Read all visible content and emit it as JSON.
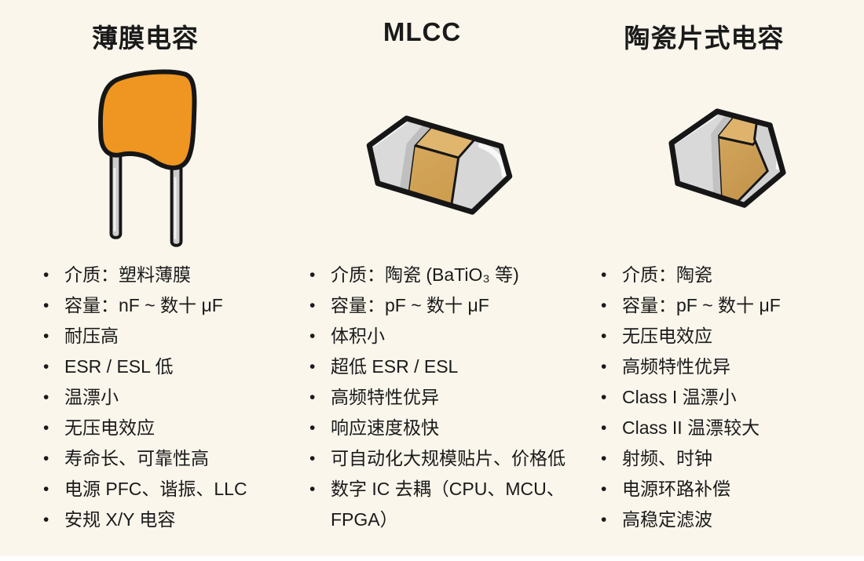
{
  "glyphs": {
    "bullet": "•"
  },
  "colors": {
    "background": "#FAF6EC",
    "text": "#1A1A1A",
    "outline": "#161616",
    "film_body_orange": "#EE9621",
    "chip_body_tan": "#D2A55C",
    "chip_body_tan_dark": "#C69646",
    "terminal_gray": "#D9D9D9",
    "lead_gray": "#CCCCCC"
  },
  "columns": [
    {
      "title": "薄膜电容",
      "illustration": "film-capacitor",
      "bullets": [
        "介质：塑料薄膜",
        "容量：nF ~ 数十 μF",
        "耐压高",
        "ESR / ESL 低",
        "温漂小",
        "无压电效应",
        "寿命长、可靠性高",
        "电源 PFC、谐振、LLC",
        "安规 X/Y 电容"
      ]
    },
    {
      "title": "MLCC",
      "illustration": "mlcc-chip",
      "bullets": [
        "介质：陶瓷 (BaTiO₃ 等)",
        "容量：pF ~ 数十 μF",
        "体积小",
        "超低 ESR / ESL",
        "高频特性优异",
        "响应速度极快",
        "可自动化大规模贴片、价格低",
        "数字 IC 去耦（CPU、MCU、FPGA）"
      ]
    },
    {
      "title": "陶瓷片式电容",
      "illustration": "ceramic-chip-capacitor",
      "bullets": [
        "介质：陶瓷",
        "容量：pF ~ 数十 μF",
        "无压电效应",
        "高频特性优异",
        "Class I 温漂小",
        "Class II 温漂较大",
        "射频、时钟",
        "电源环路补偿",
        "高稳定滤波"
      ]
    }
  ]
}
